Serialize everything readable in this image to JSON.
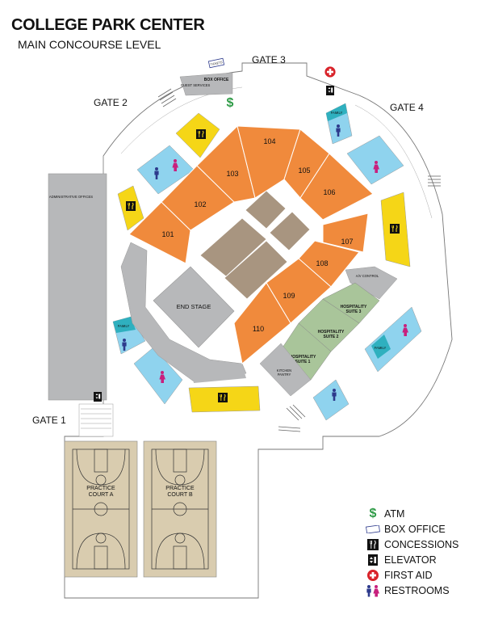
{
  "header": {
    "title": "COLLEGE PARK CENTER",
    "subtitle": "MAIN CONCOURSE LEVEL"
  },
  "gates": {
    "gate1": "GATE 1",
    "gate2": "GATE 2",
    "gate3": "GATE 3",
    "gate4": "GATE 4"
  },
  "sections": [
    "101",
    "102",
    "103",
    "104",
    "105",
    "106",
    "107",
    "108",
    "109",
    "110"
  ],
  "areas": {
    "end_stage": "END STAGE",
    "box_office": "BOX OFFICE",
    "guest_services": "GUEST SERVICES",
    "admin_offices": "ADMINISTRATIVE OFFICES",
    "av_control": "A/V CONTROL",
    "kitchen_pantry": "KITCHEN PANTRY",
    "hospitality_1": "HOSPITALITY SUITE 1",
    "hospitality_2": "HOSPITALITY SUITE 2",
    "hospitality_3": "HOSPITALITY SUITE 3",
    "family": "FAMILY",
    "tickets": "TICKETS",
    "court_a": "PRACTICE COURT A",
    "court_b": "PRACTICE COURT B"
  },
  "legend": [
    {
      "icon": "atm-icon",
      "label": "ATM"
    },
    {
      "icon": "ticket-icon",
      "label": "BOX OFFICE"
    },
    {
      "icon": "concessions-icon",
      "label": "CONCESSIONS"
    },
    {
      "icon": "elevator-icon",
      "label": "ELEVATOR"
    },
    {
      "icon": "first-aid-icon",
      "label": "FIRST AID"
    },
    {
      "icon": "restrooms-icon",
      "label": "RESTROOMS"
    }
  ],
  "colors": {
    "seating": "#f08a3c",
    "floor": "#a89580",
    "stage_gray": "#b7b8ba",
    "concessions": "#f5d617",
    "restroom": "#8fd3ee",
    "family_teal": "#2fb0bf",
    "hospitality": "#a9c59a",
    "court": "#d9ccaf",
    "atm_green": "#2f9b47",
    "first_aid_red": "#d9232a",
    "men_blue": "#2d3a8c",
    "women_pink": "#c8207d"
  }
}
